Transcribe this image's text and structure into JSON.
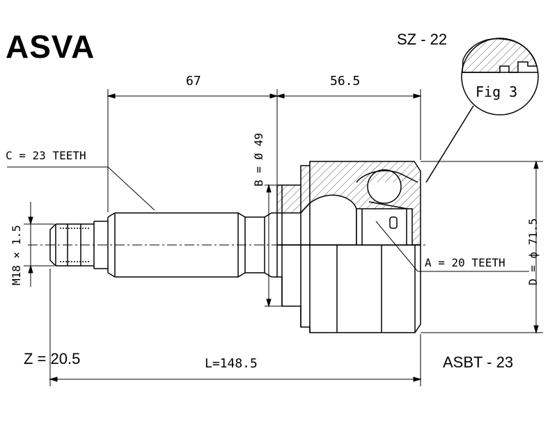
{
  "header": {
    "brand": "ASVA",
    "model_code": "SZ - 22"
  },
  "figure": {
    "fig_label": "Fig 3"
  },
  "dimensions": {
    "shaft_length": "67",
    "housing_length": "56.5",
    "bearing_dia": "B = Ø 49",
    "thread": "M18 × 1.5",
    "outer_dia": "D = ϕ 71.5",
    "total_length": "L=148.5"
  },
  "callouts": {
    "outer_teeth": "C = 23 TEETH",
    "inner_teeth": "A = 20 TEETH"
  },
  "footer": {
    "z_value": "Z = 20.5",
    "abs_code": "ASBT - 23"
  }
}
